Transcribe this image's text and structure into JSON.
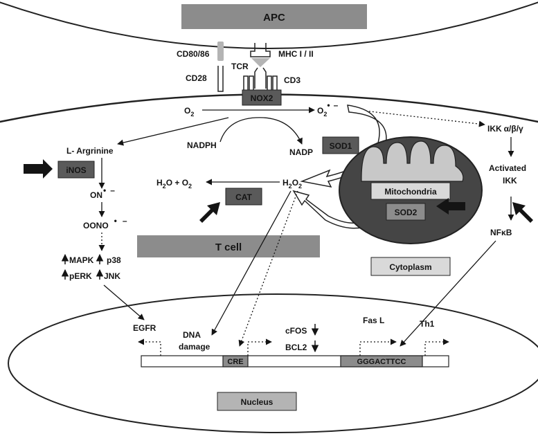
{
  "apc": {
    "title": "APC"
  },
  "receptors": {
    "cd80": "CD80/86",
    "cd28": "CD28",
    "mhc": "MHC I / II",
    "tcr": "TCR",
    "cd3": "CD3",
    "nox2": "NOX2"
  },
  "oxidants": {
    "o2": "O",
    "o2_sub": "2",
    "superoxide": "O",
    "superoxide_sub": "2",
    "superoxide_sup": "•",
    "superoxide_minus": "–",
    "h2o2": "H",
    "h2o2_sub1": "2",
    "h2o2_o": "O",
    "h2o2_sub2": "2",
    "water_h": "H",
    "water_sub1": "2",
    "water_o": "O + O",
    "water_sub2": "2"
  },
  "left_pathway": {
    "nadph": "NADPH",
    "nadp": "NADP",
    "arginine": "L- Argrinine",
    "inos": "iNOS",
    "no": "ON",
    "no_sup": "•",
    "no_minus": "–",
    "oono": "OONO",
    "oono_sup": "•",
    "oono_minus": "–",
    "mapk": "MAPK",
    "p38": "p38",
    "perk": "pERK",
    "jnk": "JNK"
  },
  "enzymes": {
    "sod1": "SOD1",
    "sod2": "SOD2",
    "cat": "CAT",
    "mitochondria": "Mitochondria"
  },
  "right_pathway": {
    "ikk": "IKK",
    "ikk_sub": "α/β/γ",
    "activated": "Activated",
    "ikk2": "IKK",
    "nfkb": "NFκB"
  },
  "compartments": {
    "tcell": "T cell",
    "cytoplasm": "Cytoplasm",
    "nucleus": "Nucleus"
  },
  "nuclear": {
    "egfr": "EGFR",
    "dna_damage_1": "DNA",
    "dna_damage_2": "damage",
    "cfos": "cFOS",
    "bcl2": "BCL2",
    "fasl": "Fas L",
    "th1": "Th1",
    "cre": "CRE",
    "kb_site": "GGGACTTCC"
  },
  "colors": {
    "dark_box": "#5a5a5a",
    "mid_box": "#8c8c8c",
    "light_box": "#b4b4b4",
    "mito_fill": "#454545",
    "mito_inner": "#c8c8c8",
    "ink": "#141414"
  }
}
